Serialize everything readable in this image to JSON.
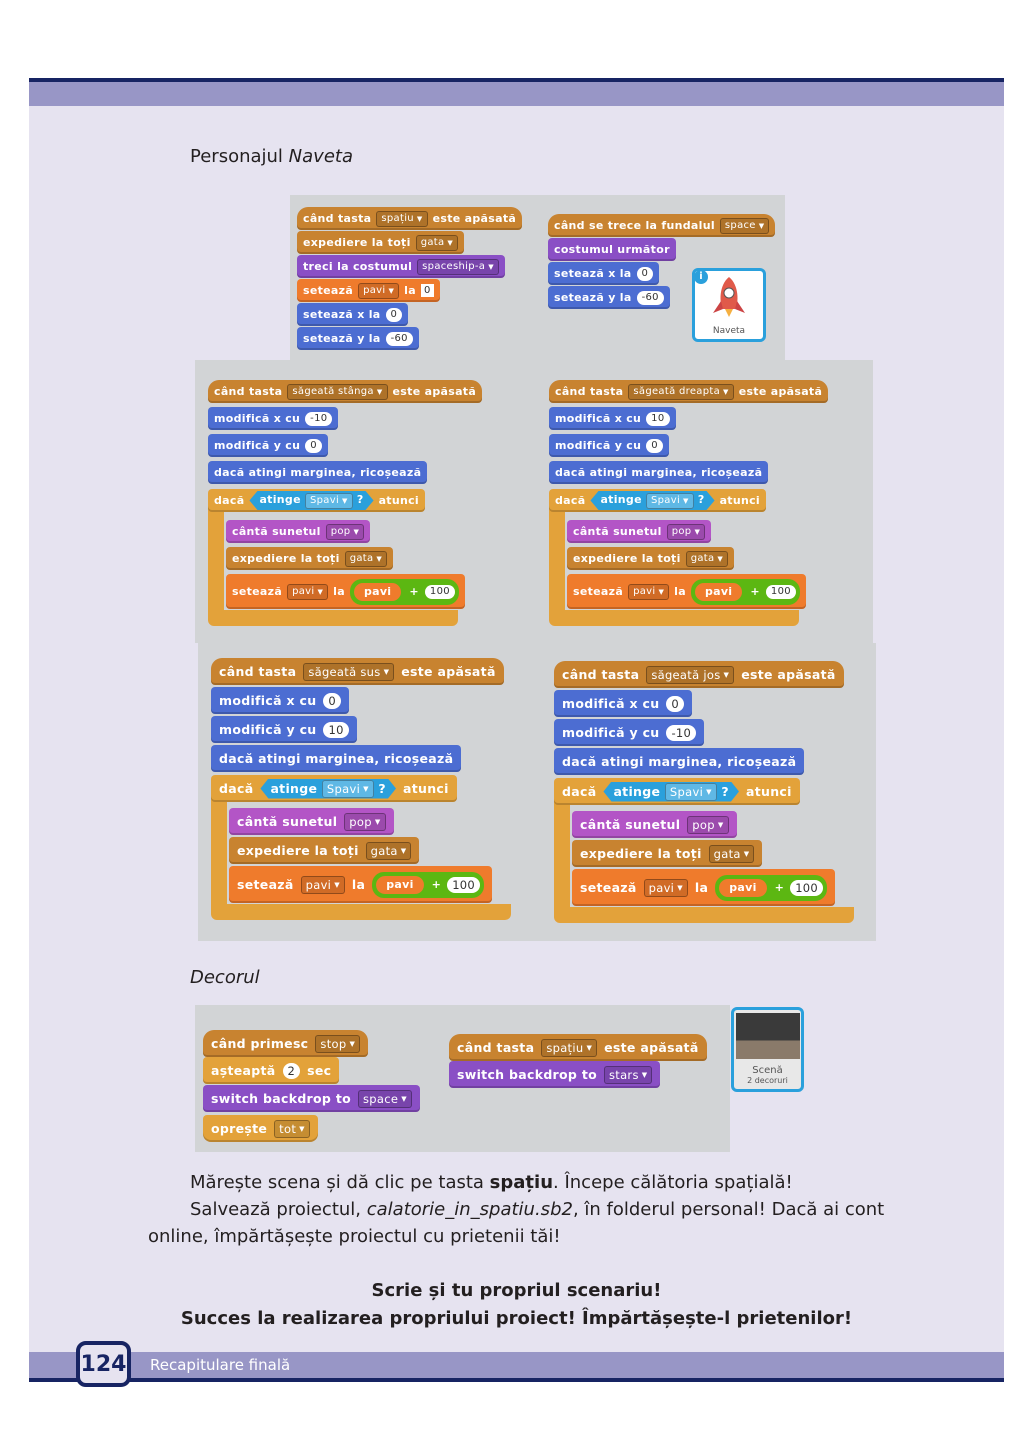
{
  "section1_title_prefix": "Personajul",
  "section1_title_name": "Naveta",
  "section2_title": "Decorul",
  "top_left": [
    "când tasta",
    "spațiu",
    "este apăsată",
    "expediere la toți",
    "gata",
    "treci la costumul",
    "spaceship-a",
    "setează",
    "pavi",
    "la",
    "0",
    "setează x la",
    "0",
    "setează y la",
    "-60"
  ],
  "top_right": [
    "când se trece la fundalul",
    "space",
    "costumul următor",
    "setează x la",
    "0",
    "setează y la",
    "-60"
  ],
  "sprite_name": "Naveta",
  "s_left": {
    "key": "săgeată stânga",
    "dx": "-10",
    "dy": "0"
  },
  "s_right": {
    "key": "săgeată dreapta",
    "dx": "10",
    "dy": "0"
  },
  "s_up": {
    "key": "săgeată sus",
    "dx": "0",
    "dy": "10"
  },
  "s_down": {
    "key": "săgeată jos",
    "dx": "0",
    "dy": "-10"
  },
  "common": {
    "when_key": "când tasta",
    "pressed": "este apăsată",
    "change_x": "modifică x cu",
    "change_y": "modifică y cu",
    "bounce": "dacă atingi marginea, ricoșează",
    "if": "dacă",
    "touching": "atinge",
    "sprite": "Spavi",
    "q": "?",
    "then": "atunci",
    "play": "cântă sunetul",
    "sound": "pop",
    "broadcast": "expediere la toți",
    "msg": "gata",
    "set": "setează",
    "var": "pavi",
    "to": "la",
    "plus": "+",
    "hundred": "100"
  },
  "decor_left": [
    "când primesc",
    "stop",
    "așteaptă",
    "2",
    "sec",
    "switch backdrop to",
    "space",
    "oprește",
    "tot"
  ],
  "decor_right": [
    "când tasta",
    "spațiu",
    "este apăsată",
    "switch backdrop to",
    "stars"
  ],
  "stage": {
    "label": "Scenă",
    "sub": "2 decoruri"
  },
  "para1": {
    "a": "Mărește scena și dă clic pe tasta ",
    "b": "spațiu",
    "c": ". Începe călătoria spațială!"
  },
  "para2": {
    "a": "Salvează proiectul, ",
    "b": "calatorie_in_spatiu.sb2",
    "c": ", în folderul personal! Dacă ai cont",
    "d": "online, împărtășește proiectul cu prietenii tăi!"
  },
  "closing1": "Scrie și tu propriul scenariu!",
  "closing2": "Succes la realizarea propriului proiect! Împărtășește-l prietenilor!",
  "page_number": "124",
  "footer": "Recapitulare finală"
}
